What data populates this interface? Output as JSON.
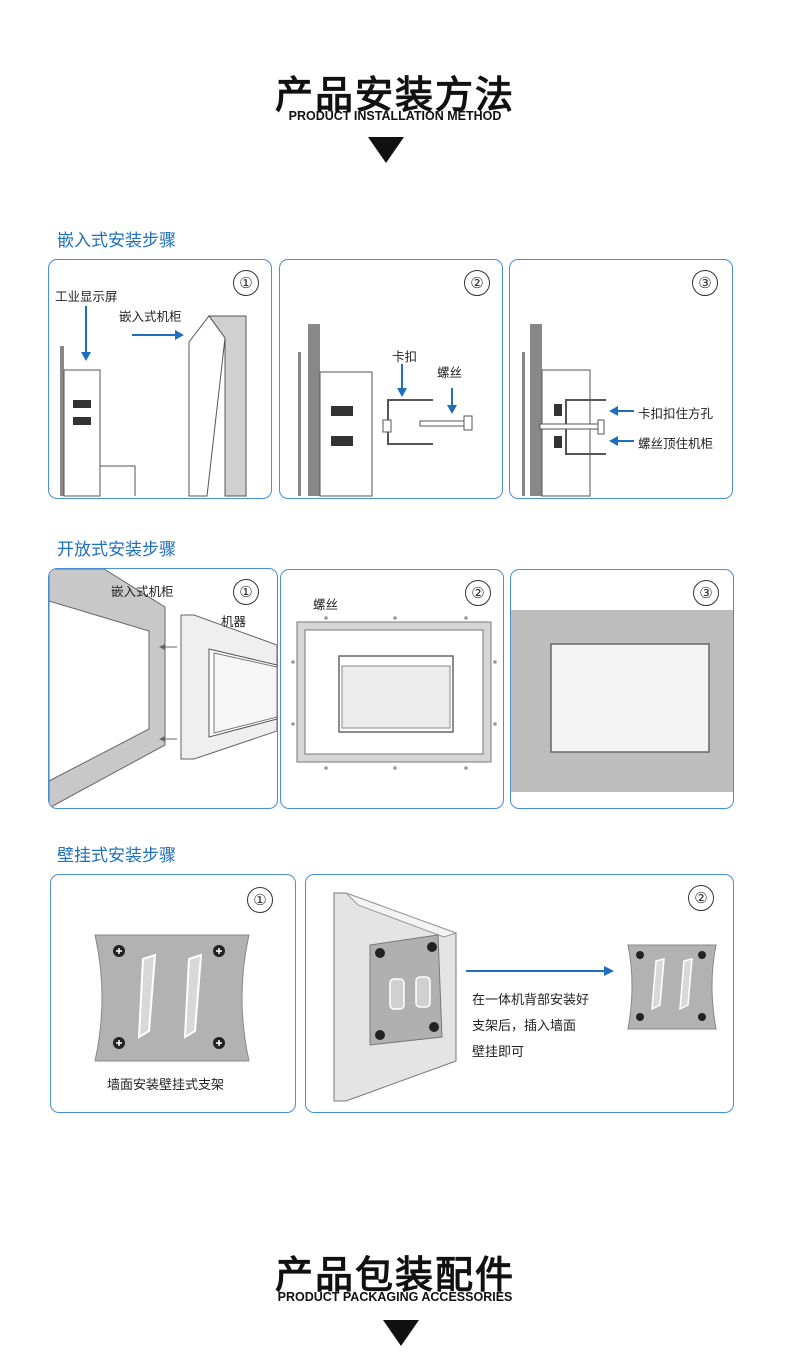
{
  "header1": {
    "cn": "产品安装方法",
    "en": "PRODUCT INSTALLATION METHOD"
  },
  "sections": [
    {
      "title": "嵌入式安装步骤"
    },
    {
      "title": "开放式安装步骤"
    },
    {
      "title": "壁挂式安装步骤"
    }
  ],
  "steps": {
    "one": "①",
    "two": "②",
    "three": "③"
  },
  "embedded": {
    "screen_label": "工业显示屏",
    "cabinet_label": "嵌入式机柜",
    "clip_label": "卡扣",
    "screw_label": "螺丝",
    "clip_hold_label": "卡扣扣住方孔",
    "screw_push_label": "螺丝顶住机柜"
  },
  "open": {
    "cabinet_label": "嵌入式机柜",
    "machine_label": "机器",
    "screw_label": "螺丝"
  },
  "wall": {
    "bracket_label": "墙面安装壁挂式支架",
    "instruction_lines": [
      "在一体机背部安装好",
      "支架后，插入墙面",
      "壁挂即可"
    ]
  },
  "header2": {
    "cn": "产品包装配件",
    "en": "PRODUCT PACKAGING ACCESSORIES"
  },
  "colors": {
    "accent": "#1f6fbf",
    "border": "#4a8fd4",
    "gray": "#bdbdbd"
  }
}
